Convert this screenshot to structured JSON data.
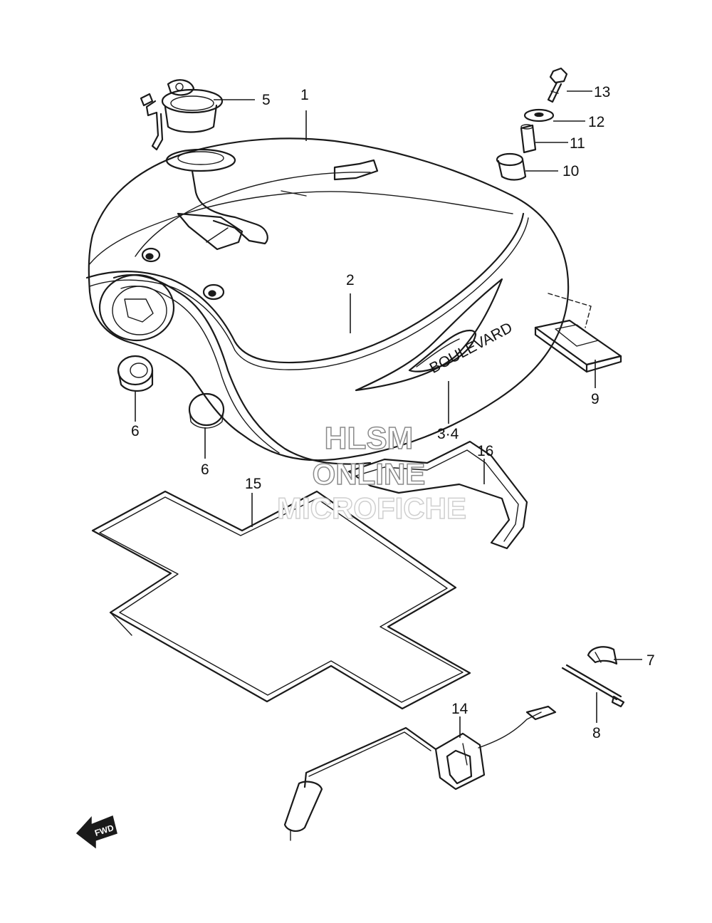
{
  "watermark": {
    "line1": "HLSM",
    "line2": "ONLINE",
    "line3": "MICROFICHE"
  },
  "direction_marker": {
    "label": "FWD",
    "icon": "arrow-forward-icon"
  },
  "callouts": [
    {
      "id": "1",
      "label": "1"
    },
    {
      "id": "2",
      "label": "2"
    },
    {
      "id": "3-4",
      "label": "3·4"
    },
    {
      "id": "5",
      "label": "5"
    },
    {
      "id": "6a",
      "label": "6"
    },
    {
      "id": "6b",
      "label": "6"
    },
    {
      "id": "7",
      "label": "7"
    },
    {
      "id": "8",
      "label": "8"
    },
    {
      "id": "9",
      "label": "9"
    },
    {
      "id": "10",
      "label": "10"
    },
    {
      "id": "11",
      "label": "11"
    },
    {
      "id": "12",
      "label": "12"
    },
    {
      "id": "13",
      "label": "13"
    },
    {
      "id": "14",
      "label": "14"
    },
    {
      "id": "15",
      "label": "15"
    },
    {
      "id": "16",
      "label": "16"
    }
  ],
  "tank_badge_text": "BOULEVARD"
}
